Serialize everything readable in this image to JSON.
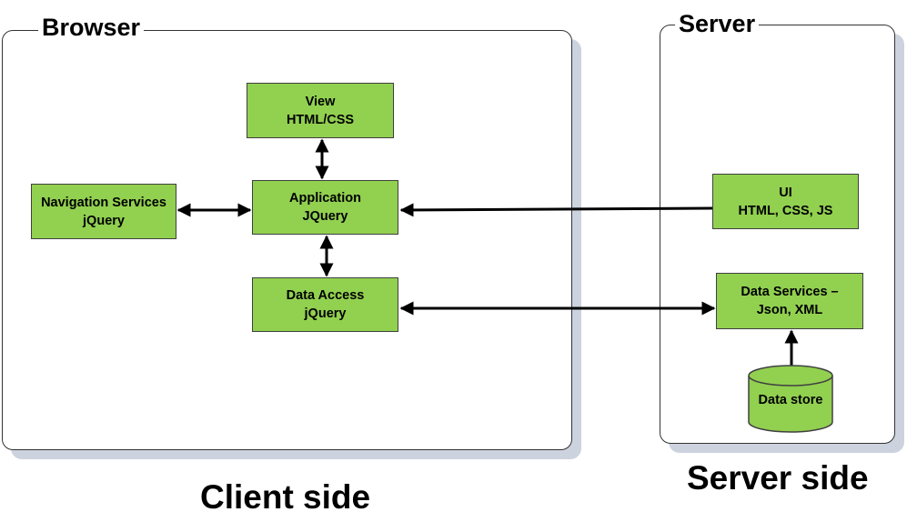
{
  "browser": {
    "title": "Browser"
  },
  "server": {
    "title": "Server"
  },
  "labels": {
    "client_side": "Client side",
    "server_side": "Server side"
  },
  "boxes": {
    "view": {
      "line1": "View",
      "line2": "HTML/CSS"
    },
    "navigation": {
      "line1": "Navigation Services",
      "line2": "jQuery"
    },
    "application": {
      "line1": "Application",
      "line2": "JQuery"
    },
    "data_access": {
      "line1": "Data Access",
      "line2": "jQuery"
    },
    "ui": {
      "line1": "UI",
      "line2": "HTML, CSS, JS"
    },
    "data_services": {
      "line1": "Data Services –",
      "line2": "Json, XML"
    },
    "data_store": {
      "label": "Data store"
    }
  },
  "colors": {
    "box_fill": "#92d050",
    "box_border": "#404040",
    "shadow": "#ccd3de",
    "line": "#000000"
  }
}
